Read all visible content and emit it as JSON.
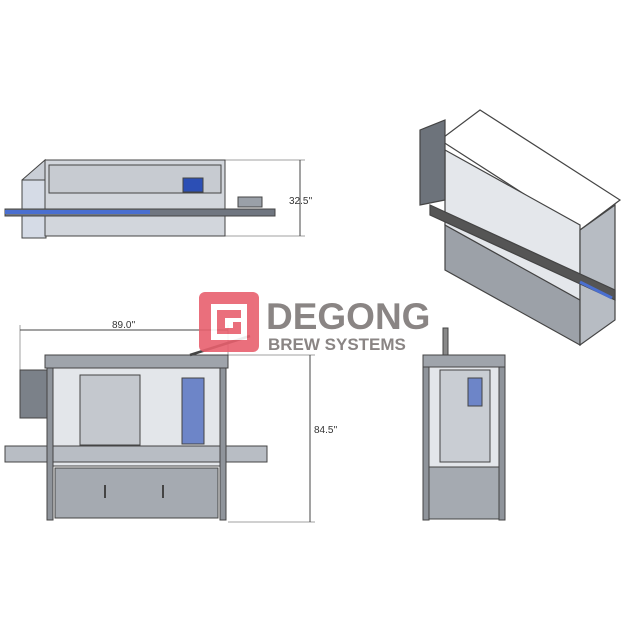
{
  "dimensions": {
    "top_view_depth": "32.5''",
    "front_view_width": "89.0''",
    "front_view_height": "84.5''"
  },
  "watermark": {
    "brand": "DEGONG",
    "subtitle": "BREW SYSTEMS",
    "brand_color": "#e8606e",
    "text_color": "#8a8584"
  },
  "colors": {
    "frame": "#8f949b",
    "panel": "#d9dde2",
    "conveyor_belt": "#4a6fd0"
  }
}
